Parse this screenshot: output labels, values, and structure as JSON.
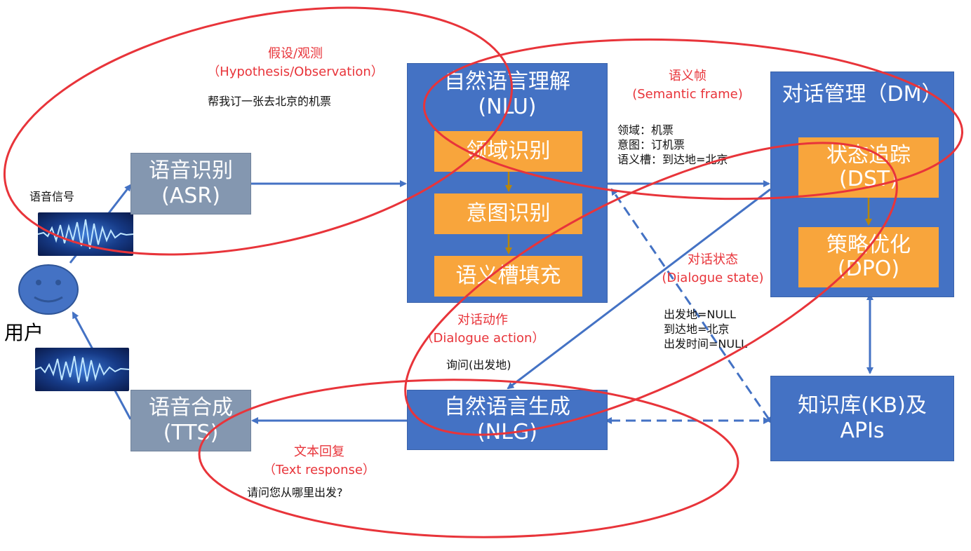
{
  "user": {
    "label": "用户"
  },
  "signal": {
    "label": "语音信号"
  },
  "asr": {
    "title": "语音识别",
    "abbr": "(ASR)"
  },
  "tts": {
    "title": "语音合成",
    "abbr": "(TTS)"
  },
  "nlu": {
    "title": "自然语言理解",
    "abbr": "(NLU)",
    "steps": [
      "领域识别",
      "意图识别",
      "语义槽填充"
    ]
  },
  "dm": {
    "title": "对话管理（DM）",
    "steps": [
      {
        "title": "状态追踪",
        "abbr": "(DST)"
      },
      {
        "title": "策略优化",
        "abbr": "(DPO)"
      }
    ]
  },
  "nlg": {
    "title": "自然语言生成",
    "abbr": "(NLG)"
  },
  "kb": {
    "line1": "知识库(KB)及",
    "line2": "APIs"
  },
  "annotations": {
    "hypothesis": {
      "zh": "假设/观测",
      "en": "（Hypothesis/Observation）",
      "example": "帮我订一张去北京的机票"
    },
    "semantic_frame": {
      "zh": "语义帧",
      "en": "(Semantic frame)",
      "lines": [
        "领域：机票",
        "意图：订机票",
        "语义槽：到达地=北京"
      ]
    },
    "dialogue_state": {
      "zh": "对话状态",
      "en": "(Dialogue state)",
      "lines": [
        "出发地=NULL",
        "到达地=北京",
        "出发时间=NULL"
      ]
    },
    "dialogue_action": {
      "zh": "对话动作",
      "en": "（Dialogue action）",
      "example": "询问(出发地)"
    },
    "text_response": {
      "zh": "文本回复",
      "en": "（Text response）",
      "example": "请问您从哪里出发?"
    }
  },
  "colors": {
    "module_blue": "#4472c4",
    "step_orange": "#f8a53c",
    "io_grey": "#8497b0",
    "highlight_red": "#e8343a",
    "arrow_blue": "#4472c4",
    "step_arrow": "#b8860b"
  }
}
